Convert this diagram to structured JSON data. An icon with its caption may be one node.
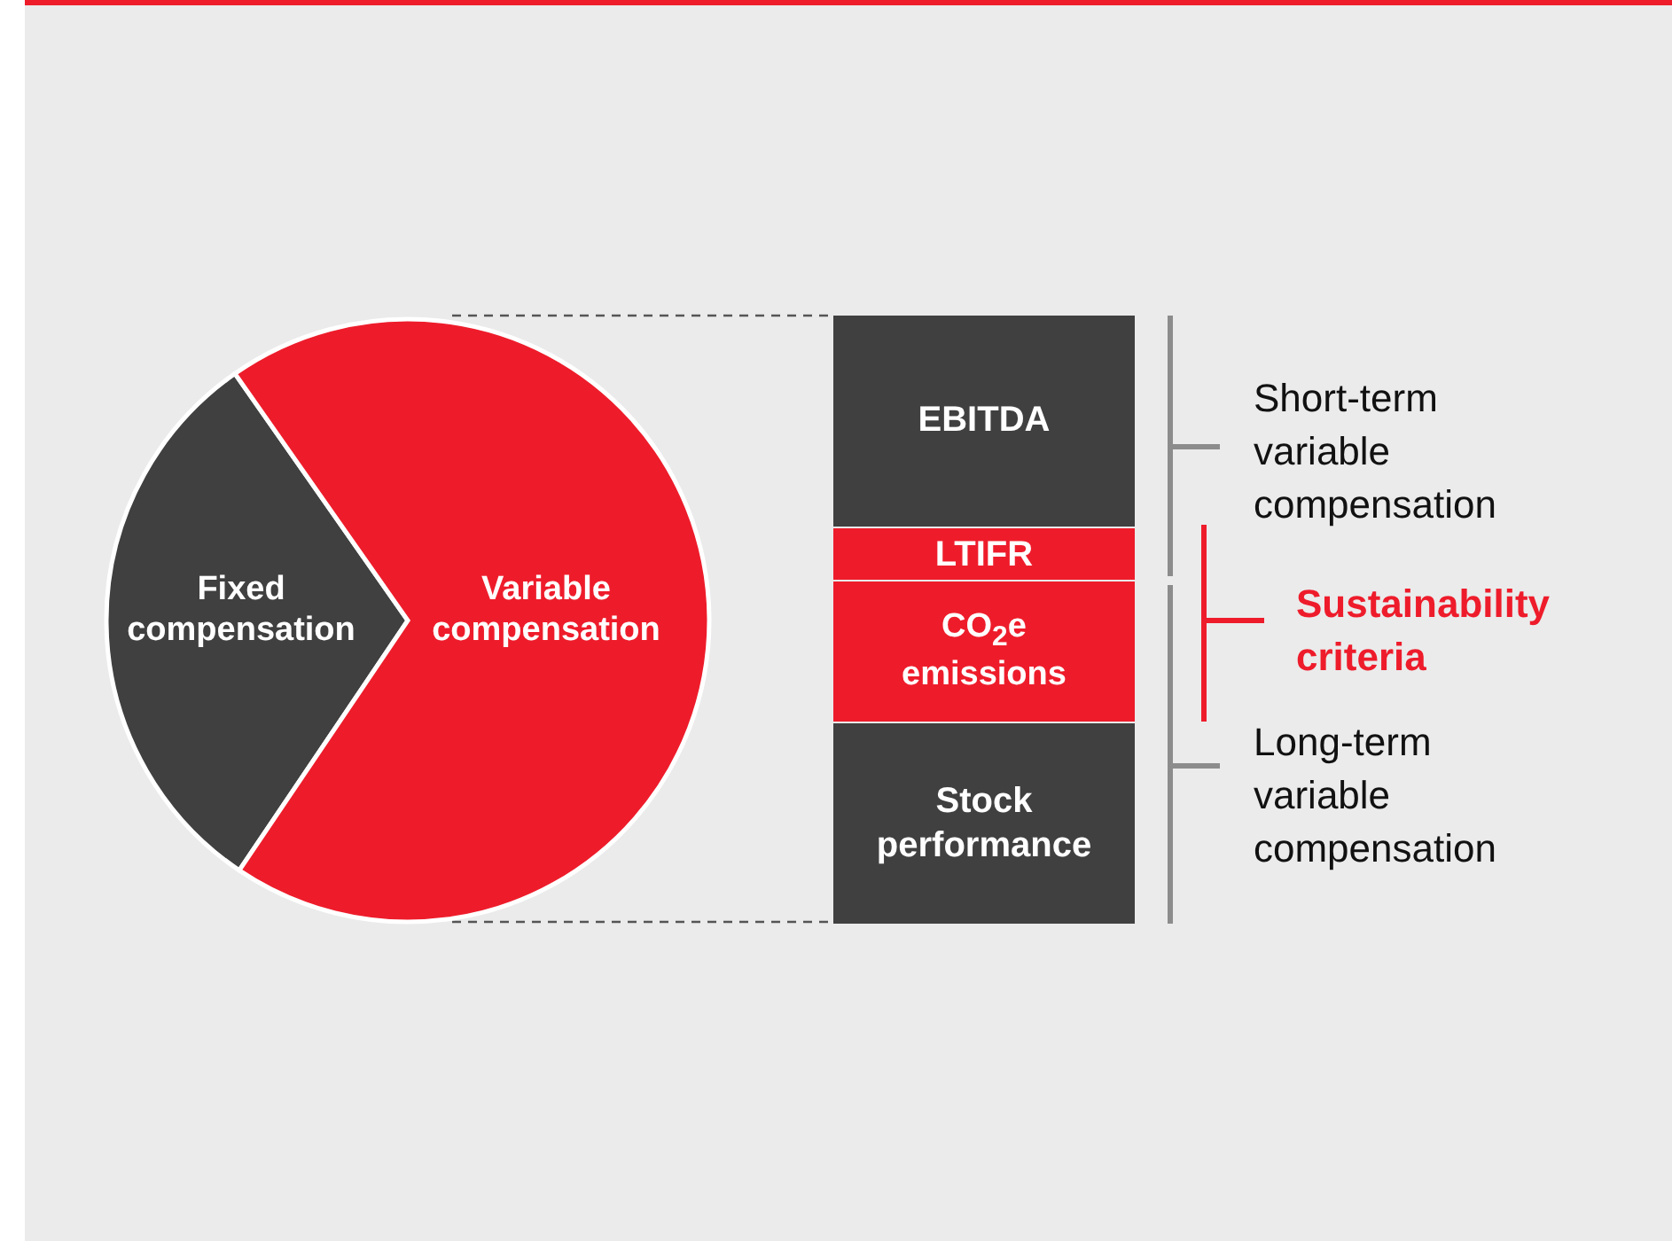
{
  "diagram": {
    "nodes": [
      {
        "text": [
          "Fixed compensation"
        ]
      },
      {
        "text": [
          "Variable compensation"
        ]
      },
      {
        "text": [
          "EBITDA"
        ]
      },
      {
        "text": [
          "LTIFR"
        ]
      },
      {
        "text": [
          "CO$_{2}$e emissions"
        ]
      },
      {
        "text": [
          "Stock performance"
        ]
      }
    ],
    "edges": [
      {
        "from": 1,
        "to": 2,
        "arrow": "none",
        "style": "dashed"
      },
      {
        "from": 1,
        "to": 5,
        "arrow": "none",
        "style": "dashed"
      }
    ],
    "labels": [
      "Short-term variable compensation",
      "Sustainability criteria",
      "Long-term variable compensation"
    ]
  }
}
